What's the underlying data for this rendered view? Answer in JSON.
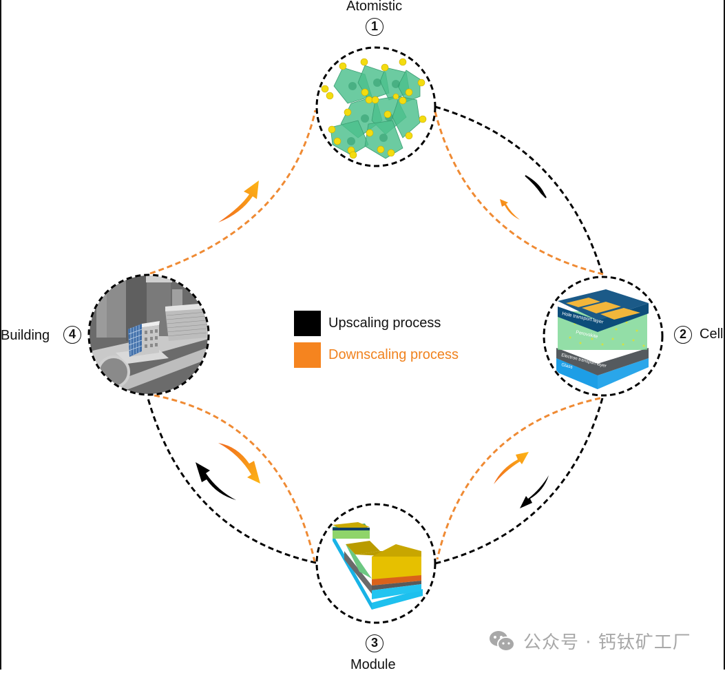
{
  "diagram": {
    "title": "Multiscale perovskite photovoltaic cycle",
    "stages": [
      {
        "id": 1,
        "number": "1",
        "label": "Atomistic",
        "image": "perovskite-octahedra-crystal"
      },
      {
        "id": 2,
        "number": "2",
        "label": "Cell",
        "image": "perovskite-cell-stack",
        "layers": [
          "Hole transport layer",
          "Perovskite",
          "Electron transport layer",
          "Glass"
        ]
      },
      {
        "id": 3,
        "number": "3",
        "label": "Module",
        "image": "perovskite-module-stack"
      },
      {
        "id": 4,
        "number": "4",
        "label": "Building",
        "image": "city-buildings-with-pv-facade"
      }
    ],
    "legend": [
      {
        "label": "Upscaling process",
        "color": "#000000",
        "text_color": "#111111"
      },
      {
        "label": "Downscaling process",
        "color": "#f5841f",
        "text_color": "#f0821e"
      }
    ],
    "flows": [
      {
        "from": "Atomistic",
        "to": "Cell",
        "type": "upscaling"
      },
      {
        "from": "Cell",
        "to": "Atomistic",
        "type": "downscaling"
      },
      {
        "from": "Cell",
        "to": "Module",
        "type": "upscaling"
      },
      {
        "from": "Module",
        "to": "Cell",
        "type": "downscaling"
      },
      {
        "from": "Module",
        "to": "Building",
        "type": "upscaling"
      },
      {
        "from": "Building",
        "to": "Module",
        "type": "downscaling"
      },
      {
        "from": "Building",
        "to": "Atomistic",
        "type": "downscaling"
      }
    ],
    "colors": {
      "upscaling": "#000000",
      "downscaling": "#ef8a33",
      "arrow_gradient_start": "#f06a1e",
      "arrow_gradient_end": "#fdb515"
    }
  },
  "watermark": {
    "text": "公众号 · 钙钛矿工厂",
    "icon": "wechat-icon"
  }
}
